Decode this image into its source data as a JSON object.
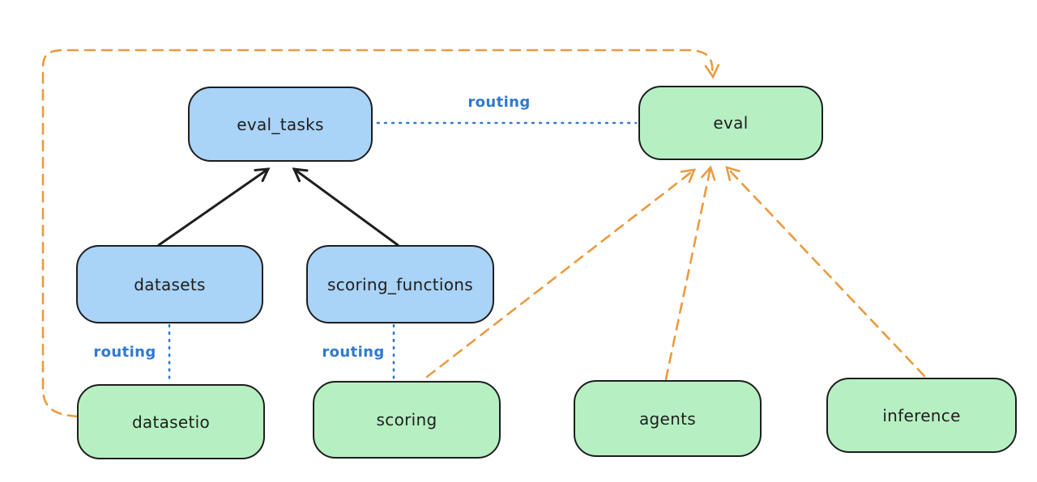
{
  "diagram": {
    "nodes": {
      "eval_tasks": {
        "label": "eval_tasks",
        "fill": "blue"
      },
      "eval": {
        "label": "eval",
        "fill": "green"
      },
      "datasets": {
        "label": "datasets",
        "fill": "blue"
      },
      "scoring_functions": {
        "label": "scoring_functions",
        "fill": "blue"
      },
      "datasetio": {
        "label": "datasetio",
        "fill": "green"
      },
      "scoring": {
        "label": "scoring",
        "fill": "green"
      },
      "agents": {
        "label": "agents",
        "fill": "green"
      },
      "inference": {
        "label": "inference",
        "fill": "green"
      }
    },
    "edges": [
      {
        "from": "datasets",
        "to": "eval_tasks",
        "style": "solid",
        "color": "black"
      },
      {
        "from": "scoring_functions",
        "to": "eval_tasks",
        "style": "solid",
        "color": "black"
      },
      {
        "from": "eval_tasks",
        "to": "eval",
        "style": "dotted",
        "color": "blue",
        "label": "routing"
      },
      {
        "from": "datasets",
        "to": "datasetio",
        "style": "dotted",
        "color": "blue",
        "label": "routing"
      },
      {
        "from": "scoring_functions",
        "to": "scoring",
        "style": "dotted",
        "color": "blue",
        "label": "routing"
      },
      {
        "from": "datasetio",
        "to": "eval",
        "style": "dashed",
        "color": "orange"
      },
      {
        "from": "scoring",
        "to": "eval",
        "style": "dashed",
        "color": "orange"
      },
      {
        "from": "agents",
        "to": "eval",
        "style": "dashed",
        "color": "orange"
      },
      {
        "from": "inference",
        "to": "eval",
        "style": "dashed",
        "color": "orange"
      }
    ],
    "colors": {
      "stroke": "#1e1e1e",
      "blue_fill": "#a9d3f7",
      "green_fill": "#b6f0c2",
      "orange": "#ea9a3e",
      "blue_line": "#2f79d0",
      "canvas_bg": "#ffffff"
    }
  }
}
